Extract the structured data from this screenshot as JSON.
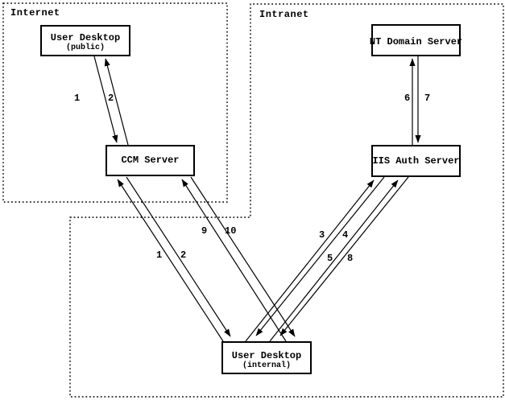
{
  "zones": {
    "internet": {
      "label": "Internet"
    },
    "intranet": {
      "label": "Intranet"
    }
  },
  "nodes": {
    "user_desktop_public": {
      "title": "User Desktop",
      "subtitle": "(public)"
    },
    "ccm_server": {
      "title": "CCM Server"
    },
    "nt_domain_server": {
      "title": "NT Domain Server"
    },
    "iis_auth_server": {
      "title": "IIS Auth Server"
    },
    "user_desktop_internal": {
      "title": "User Desktop",
      "subtitle": "(internal)"
    }
  },
  "flow_labels": {
    "public_to_ccm_request": "1",
    "ccm_to_public_response": "2",
    "internal_to_ccm_request": "1",
    "ccm_to_internal_response": "2",
    "internal_to_iis_request_a": "3",
    "iis_to_internal_response_a": "4",
    "internal_to_iis_request_b": "5",
    "iis_to_nt_request": "6",
    "nt_to_iis_response": "7",
    "iis_to_internal_response_b": "8",
    "internal_to_ccm_request_2": "9",
    "ccm_to_internal_response_2": "10"
  },
  "colors": {
    "line": "#000000",
    "background": "#ffffff"
  }
}
